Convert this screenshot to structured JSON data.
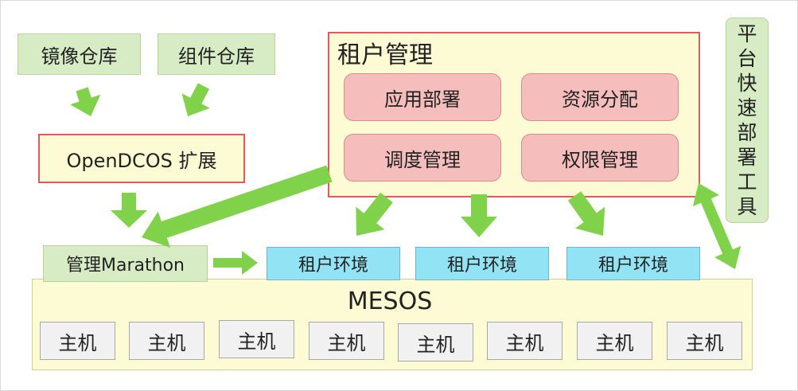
{
  "repos": {
    "image_repo": "镜像仓库",
    "component_repo": "组件仓库"
  },
  "opendcos": {
    "label": "OpenDCOS 扩展"
  },
  "tenant_mgmt": {
    "title": "租户管理",
    "items": [
      "应用部署",
      "资源分配",
      "调度管理",
      "权限管理"
    ]
  },
  "deploy_tool": {
    "label": "平台快速部署工具"
  },
  "marathon": {
    "label": "管理Marathon"
  },
  "tenant_envs": [
    "租户环境",
    "租户环境",
    "租户环境"
  ],
  "mesos": {
    "title": "MESOS",
    "hosts": [
      "主机",
      "主机",
      "主机",
      "主机",
      "主机",
      "主机",
      "主机",
      "主机"
    ]
  },
  "colors": {
    "arrow": "#7fd24a",
    "green_box": "#d7ecc4",
    "yellow_panel": "#fdfbd4",
    "red_border": "#e05c5c",
    "pink_box": "#f6bdbd",
    "blue_box": "#92e3f4",
    "host_box": "#f1f1f1"
  }
}
